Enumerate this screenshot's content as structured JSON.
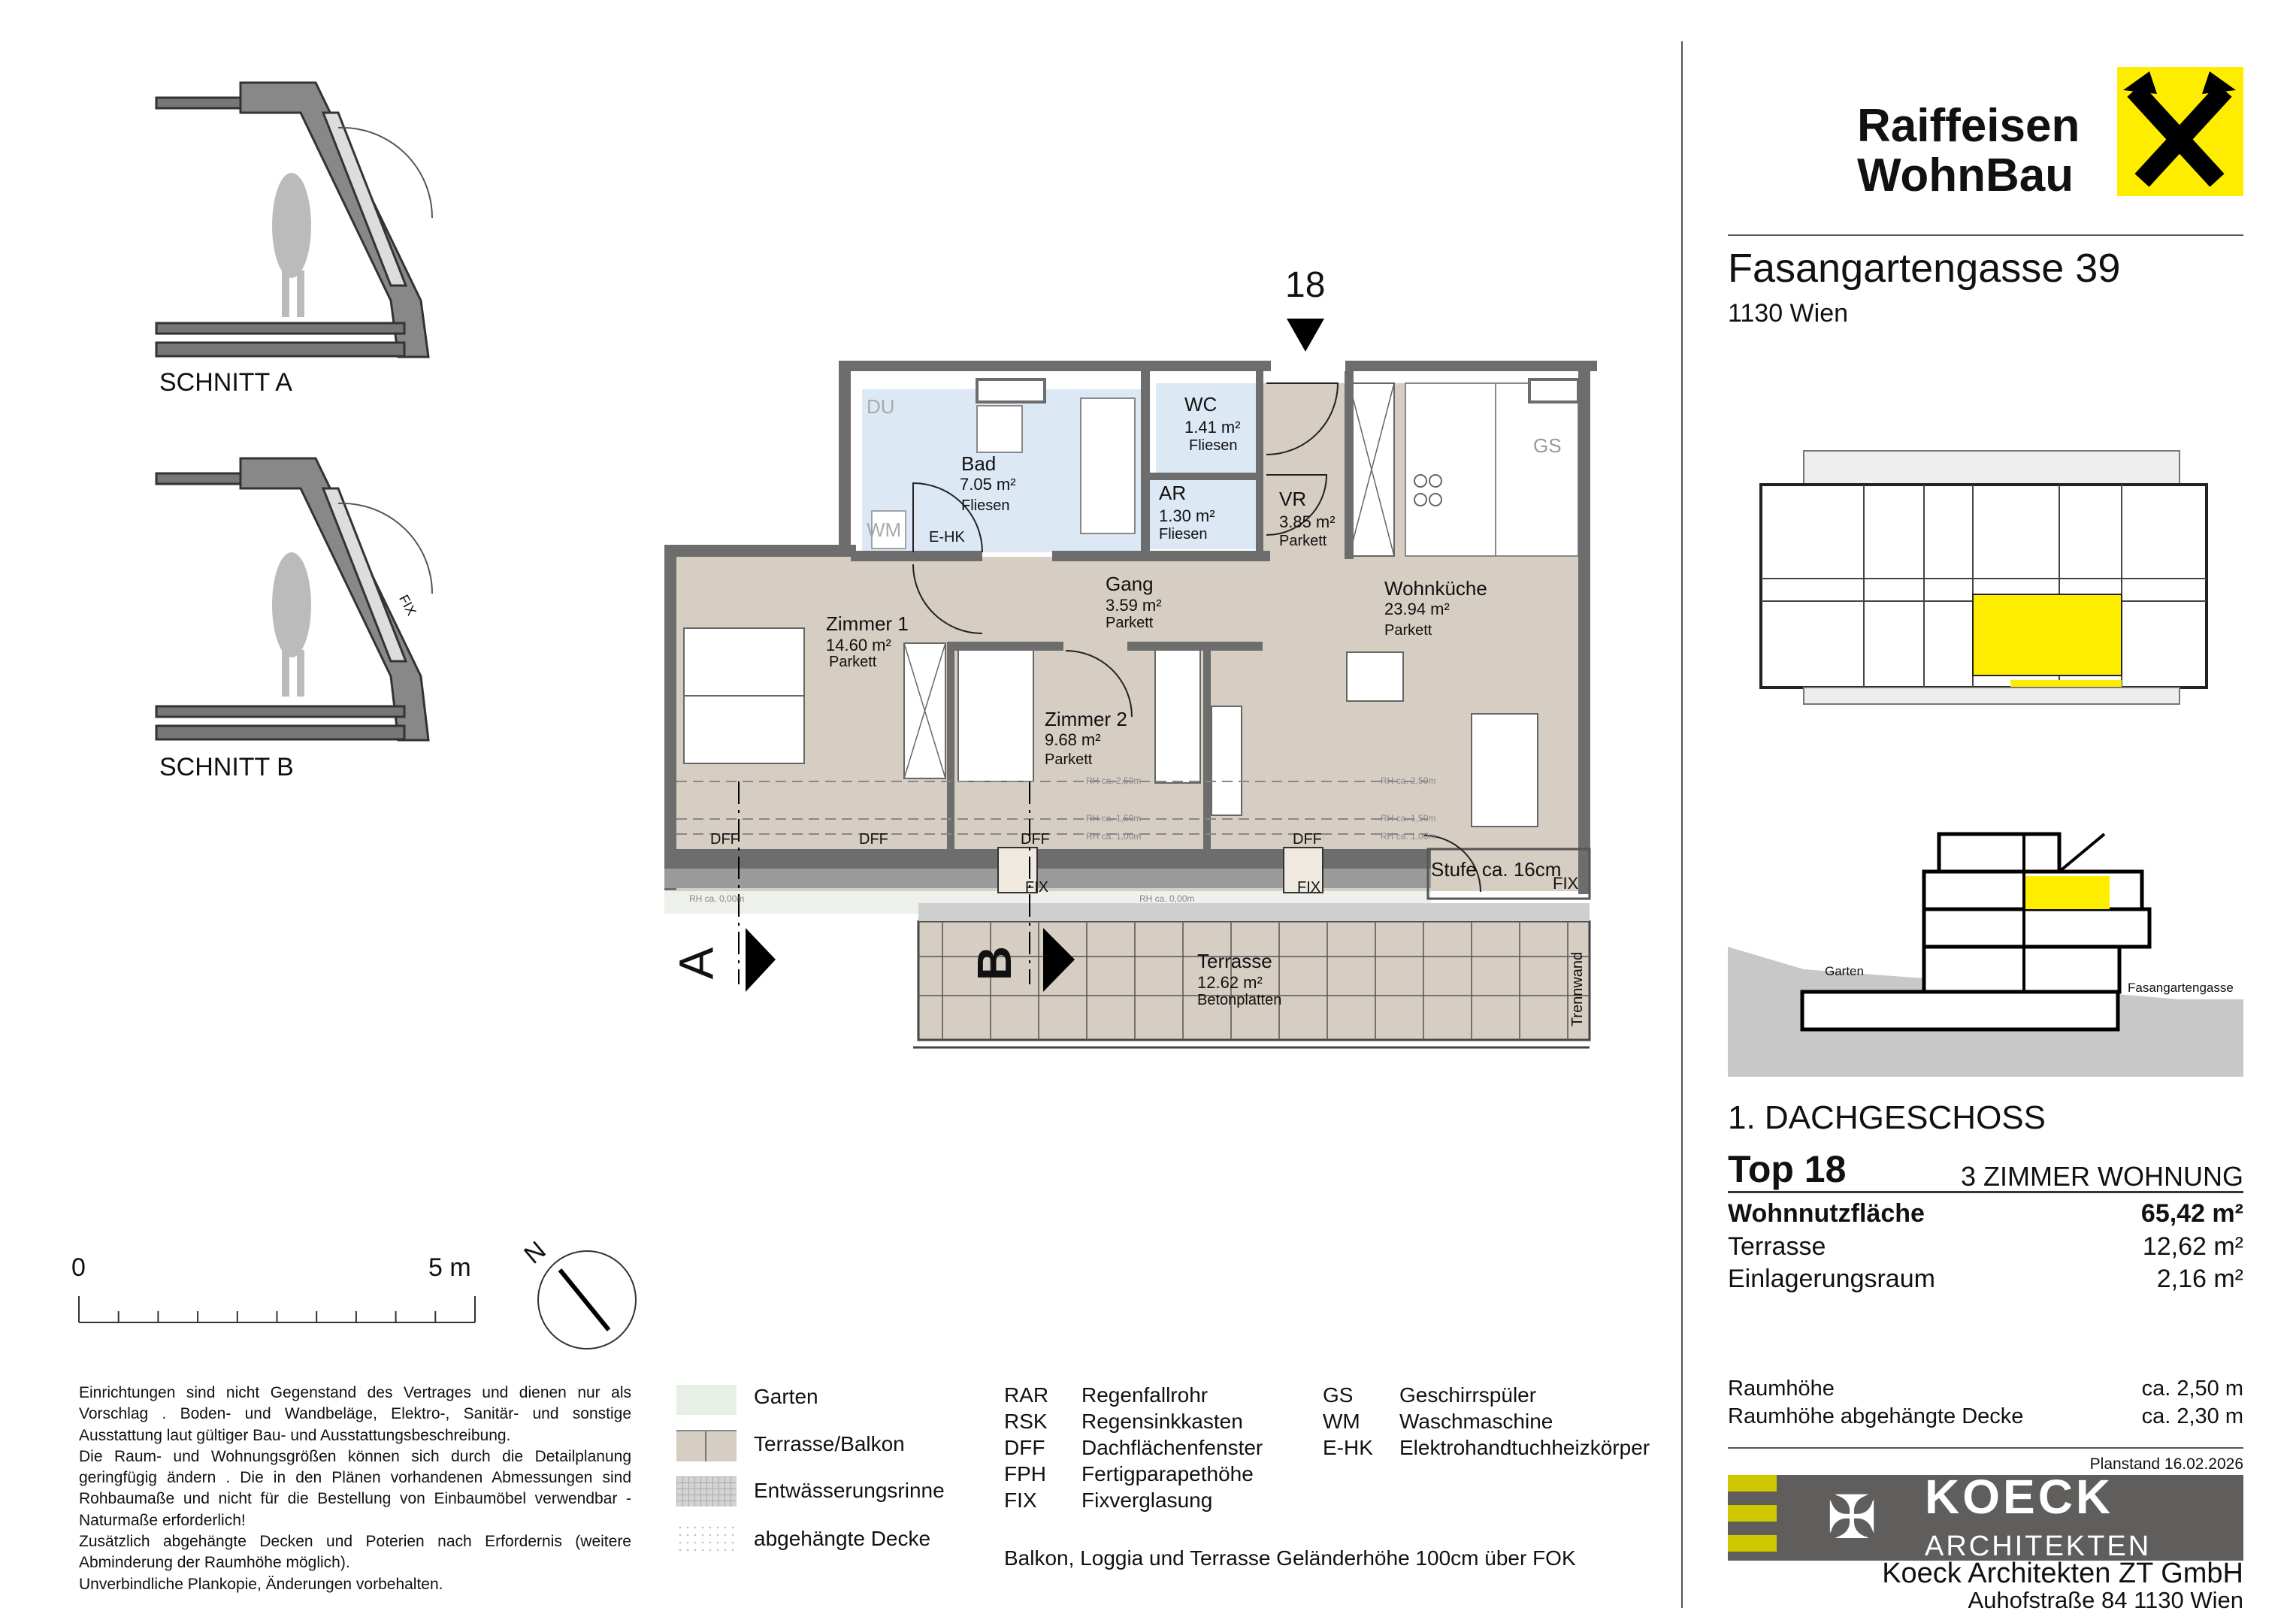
{
  "sections": {
    "a_label": "SCHNITT A",
    "b_label": "SCHNITT B",
    "fix_label": "FIX"
  },
  "entrance_marker": "18",
  "floorplan": {
    "rooms": {
      "bad": {
        "name": "Bad",
        "area": "7.05 m²",
        "floor": "Fliesen"
      },
      "wc": {
        "name": "WC",
        "area": "1.41 m²",
        "floor": "Fliesen"
      },
      "ar": {
        "name": "AR",
        "area": "1.30 m²",
        "floor": "Fliesen"
      },
      "vr": {
        "name": "VR",
        "area": "3.85 m²",
        "floor": "Parkett"
      },
      "gang": {
        "name": "Gang",
        "area": "3.59 m²",
        "floor": "Parkett"
      },
      "wohnkueche": {
        "name": "Wohnküche",
        "area": "23.94 m²",
        "floor": "Parkett"
      },
      "zimmer1": {
        "name": "Zimmer 1",
        "area": "14.60 m²",
        "floor": "Parkett"
      },
      "zimmer2": {
        "name": "Zimmer 2",
        "area": "9.68 m²",
        "floor": "Parkett"
      },
      "terrasse": {
        "name": "Terrasse",
        "area": "12.62 m²",
        "floor": "Betonplatten"
      }
    },
    "fixtures": {
      "du": "DU",
      "wm": "WM",
      "ehk": "E-HK",
      "gs": "GS"
    },
    "dff": "DFF",
    "fix": "FIX",
    "stufe": "Stufe ca. 16cm",
    "trennwand": "Trennwand",
    "rh_250": "RH ca. 2,50m",
    "rh_150": "RH ca. 1,50m",
    "rh_100": "RH ca. 1,00m",
    "rh_000": "RH ca. 0,00m",
    "section_a": "A",
    "section_b": "B"
  },
  "scale": {
    "start": "0",
    "end": "5 m"
  },
  "north": "N",
  "disclaimer": [
    "Einrichtungen sind nicht Gegenstand des Vertrages und dienen nur als Vorschlag . Boden- und Wandbeläge, Elektro-, Sanitär- und sonstige Ausstattung laut gültiger Bau- und Ausstattungsbeschreibung.",
    "Die Raum- und Wohnungsgrößen können sich durch die Detailplanung geringfügig ändern . Die in den Plänen vorhandenen Abmessungen sind Rohbaumaße und nicht für die Bestellung von Einbaumöbel verwendbar - Naturmaße erforderlich!",
    "Zusätzlich abgehängte Decken und Poterien nach Erfordernis (weitere Abminderung der Raumhöhe möglich).",
    "Unverbindliche Plankopie, Änderungen vorbehalten."
  ],
  "legend": [
    {
      "label": "Garten",
      "color": "#e8efe7"
    },
    {
      "label": "Terrasse/Balkon",
      "color": "#d6cdc3"
    },
    {
      "label": "Entwässerungsrinne",
      "color": "#cfcfcf"
    },
    {
      "label": "abgehängte Decke",
      "color": "#ffffff"
    }
  ],
  "abbreviations_left": [
    {
      "abbr": "RAR",
      "text": "Regenfallrohr"
    },
    {
      "abbr": "RSK",
      "text": "Regensinkkasten"
    },
    {
      "abbr": "DFF",
      "text": "Dachflächenfenster"
    },
    {
      "abbr": "FPH",
      "text": "Fertigparapethöhe"
    },
    {
      "abbr": "FIX",
      "text": "Fixverglasung"
    }
  ],
  "abbreviations_right": [
    {
      "abbr": "GS",
      "text": "Geschirrspüler"
    },
    {
      "abbr": "WM",
      "text": "Waschmaschine"
    },
    {
      "abbr": "E-HK",
      "text": "Elektrohandtuchheizkörper"
    }
  ],
  "railing_note": "Balkon,  Loggia und Terrasse Geländerhöhe 100cm über FOK",
  "brand": {
    "line1": "Raiffeisen",
    "line2": "WohnBau",
    "yellow": "#ffed00"
  },
  "address": {
    "street": "Fasangartengasse 39",
    "city": "1130 Wien"
  },
  "site_section": {
    "garden_label": "Garten",
    "street_label": "Fasangartengasse"
  },
  "unit": {
    "floor": "1. DACHGESCHOSS",
    "top": "Top 18",
    "type": "3 ZIMMER WOHNUNG",
    "areas": [
      {
        "label": "Wohnnutzfläche",
        "value": "65,42 m²"
      },
      {
        "label": "Terrasse",
        "value": "12,62 m²"
      },
      {
        "label": "Einlagerungsraum",
        "value": "2,16 m²"
      }
    ],
    "heights": [
      {
        "label": "Raumhöhe",
        "value": "ca. 2,50 m"
      },
      {
        "label": "Raumhöhe abgehängte Decke",
        "value": "ca. 2,30 m"
      }
    ]
  },
  "planstand": "Planstand 16.02.2026",
  "architect": {
    "logo_text": "KOECK",
    "logo_sub": "ARCHITEKTEN",
    "name": "Koeck Architekten ZT GmbH",
    "address": "Auhofstraße 84 1130 Wien"
  }
}
